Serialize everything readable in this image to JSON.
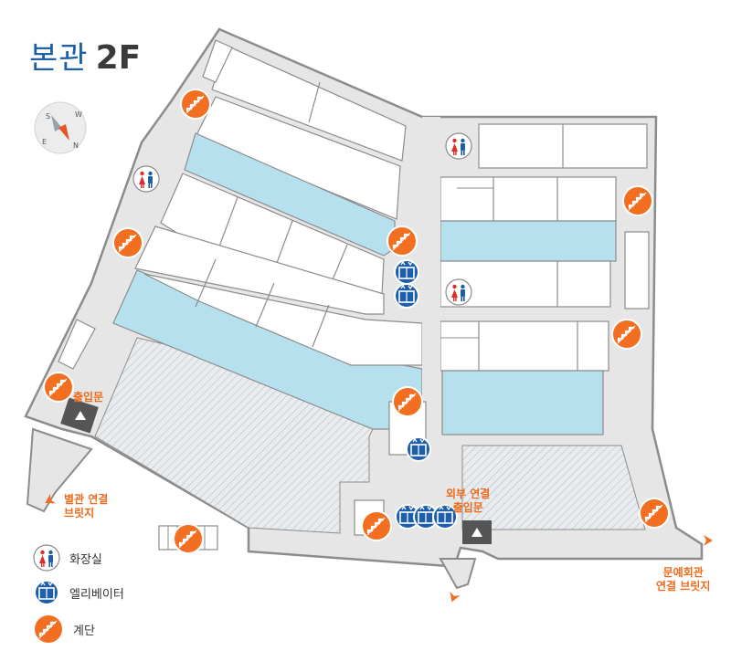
{
  "title": {
    "building": "본관",
    "floor": "2F"
  },
  "compass": {
    "letters": [
      "S",
      "W",
      "E",
      "N"
    ],
    "icon": "compass-icon"
  },
  "labels": {
    "main_entrance": "출입문",
    "annex_bridge_line1": "별관 연결",
    "annex_bridge_line2": "브릿지",
    "outer_entrance_line1": "외부 연결",
    "outer_entrance_line2": "출입문",
    "culture_bridge_line1": "문예회관",
    "culture_bridge_line2": "연결 브릿지"
  },
  "legend": [
    {
      "icon": "restroom-icon",
      "label": "화장실"
    },
    {
      "icon": "elevator-icon",
      "label": "엘리베이터"
    },
    {
      "icon": "stairs-icon",
      "label": "계단"
    }
  ],
  "colors": {
    "wall": "#8c8c8c",
    "corridor": "#e6e6e6",
    "room": "#ffffff",
    "highlight": "#b7e0ee",
    "hatch": "#c8cdd2",
    "stairs": "#f26f21",
    "elevator": "#1d5fa8",
    "restroom_male": "#1d5fa8",
    "restroom_female": "#e02b2b",
    "label": "#ee6b1b",
    "title": "#1d5fa8"
  }
}
